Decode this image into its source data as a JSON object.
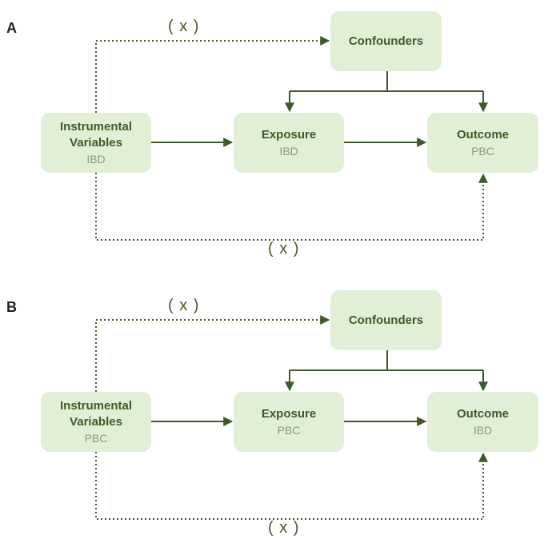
{
  "panels": [
    {
      "letter": "A",
      "instrument": {
        "title_line1": "Instrumental",
        "title_line2": "Variables",
        "sub": "IBD"
      },
      "exposure": {
        "title": "Exposure",
        "sub": "IBD"
      },
      "outcome": {
        "title": "Outcome",
        "sub": "PBC"
      },
      "confounders": {
        "title": "Confounders"
      },
      "blocked_label_top": "( x )",
      "blocked_label_bottom": "( x )"
    },
    {
      "letter": "B",
      "instrument": {
        "title_line1": "Instrumental",
        "title_line2": "Variables",
        "sub": "PBC"
      },
      "exposure": {
        "title": "Exposure",
        "sub": "PBC"
      },
      "outcome": {
        "title": "Outcome",
        "sub": "IBD"
      },
      "confounders": {
        "title": "Confounders"
      },
      "blocked_label_top": "( x )",
      "blocked_label_bottom": "( x )"
    }
  ],
  "colors": {
    "box_fill": "#e2efd7",
    "arrow": "#3e5a2b",
    "title_text": "#3e5a2b",
    "sub_text": "#8a9a7c"
  }
}
